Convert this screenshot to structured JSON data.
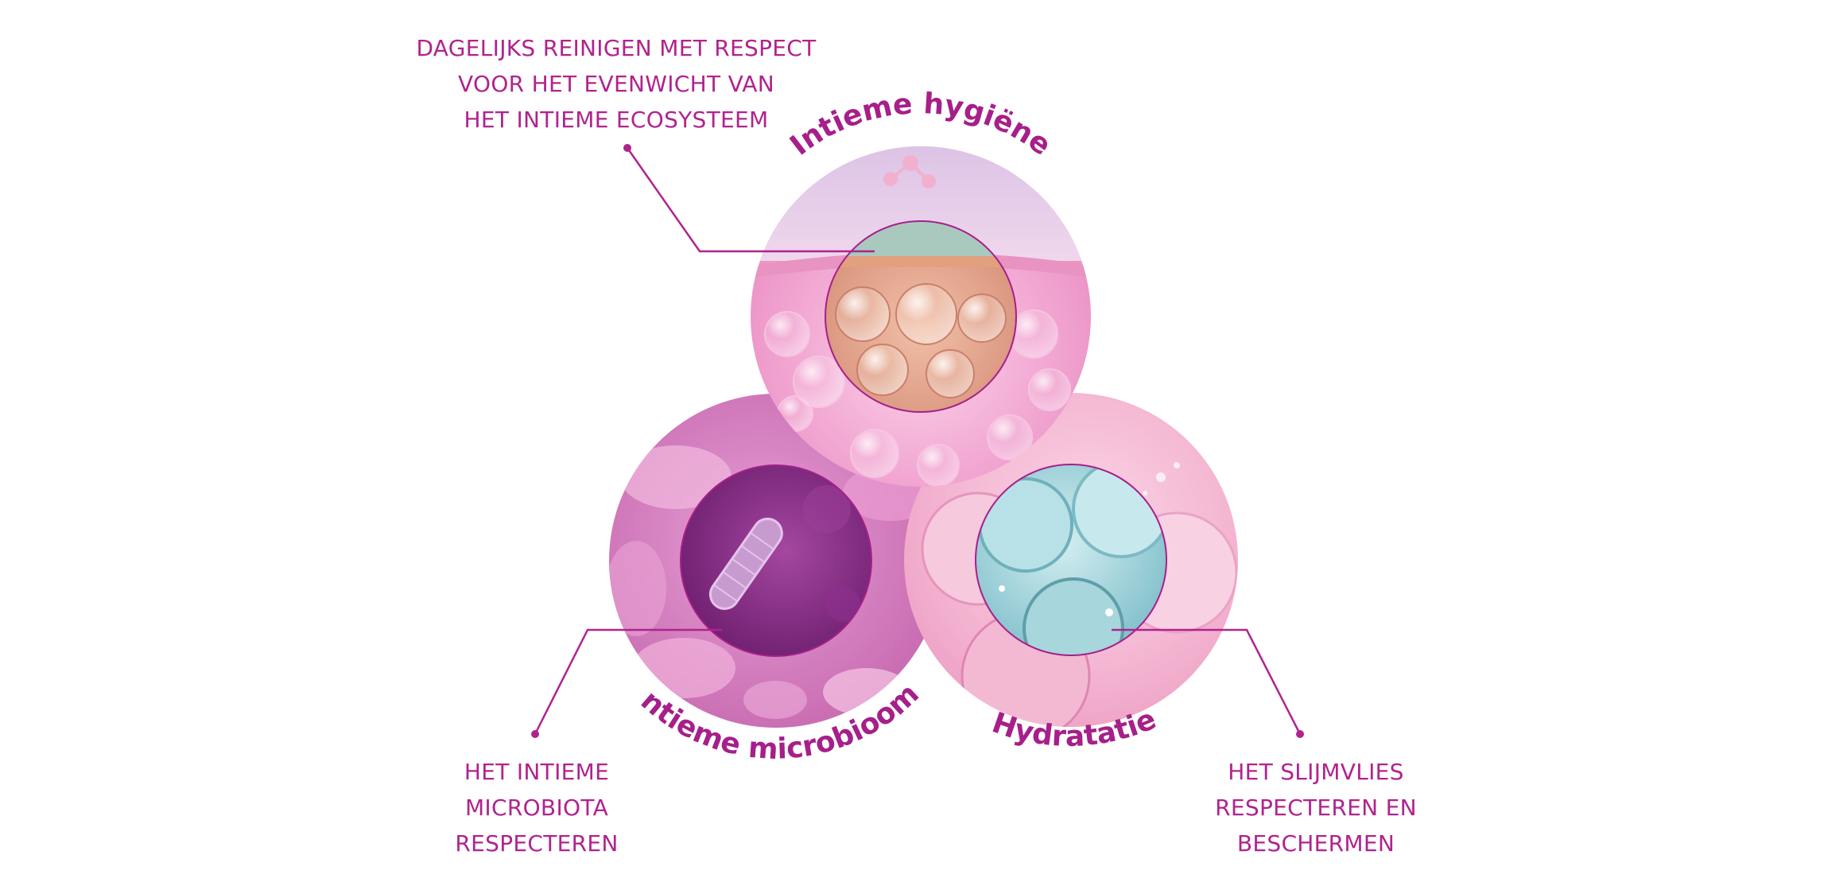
{
  "colors": {
    "accent": "#b0238f",
    "title": "#a61f8a",
    "hygiene_bg": "#f2b3d8",
    "microbiome_bg": "#d77cbf",
    "hydration_bg": "#f6bcd6",
    "inner_hygiene": "#e9a98f",
    "inner_microbiome": "#8a2a87",
    "inner_hydration": "#9fd4dc"
  },
  "sections": {
    "hygiene": {
      "title": "Intieme hygiëne",
      "caption": [
        "DAGELIJKS REINIGEN MET RESPECT",
        "VOOR HET EVENWICHT VAN",
        "HET INTIEME ECOSYSTEEM"
      ]
    },
    "microbiome": {
      "title": "Intieme microbioom",
      "caption": [
        "HET INTIEME",
        "MICROBIOTA",
        "RESPECTEREN"
      ]
    },
    "hydration": {
      "title": "Hydratatie",
      "caption": [
        "HET SLIJMVLIES",
        "RESPECTEREN EN",
        "BESCHERMEN"
      ]
    }
  }
}
